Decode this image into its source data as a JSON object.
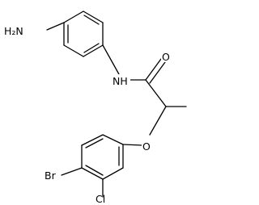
{
  "molecule": {
    "atom_labels": {
      "amine": "H₂N",
      "amide_n": "NH",
      "carbonyl_o": "O",
      "ether_o": "O",
      "bromo": "Br",
      "chloro": "Cl"
    }
  }
}
